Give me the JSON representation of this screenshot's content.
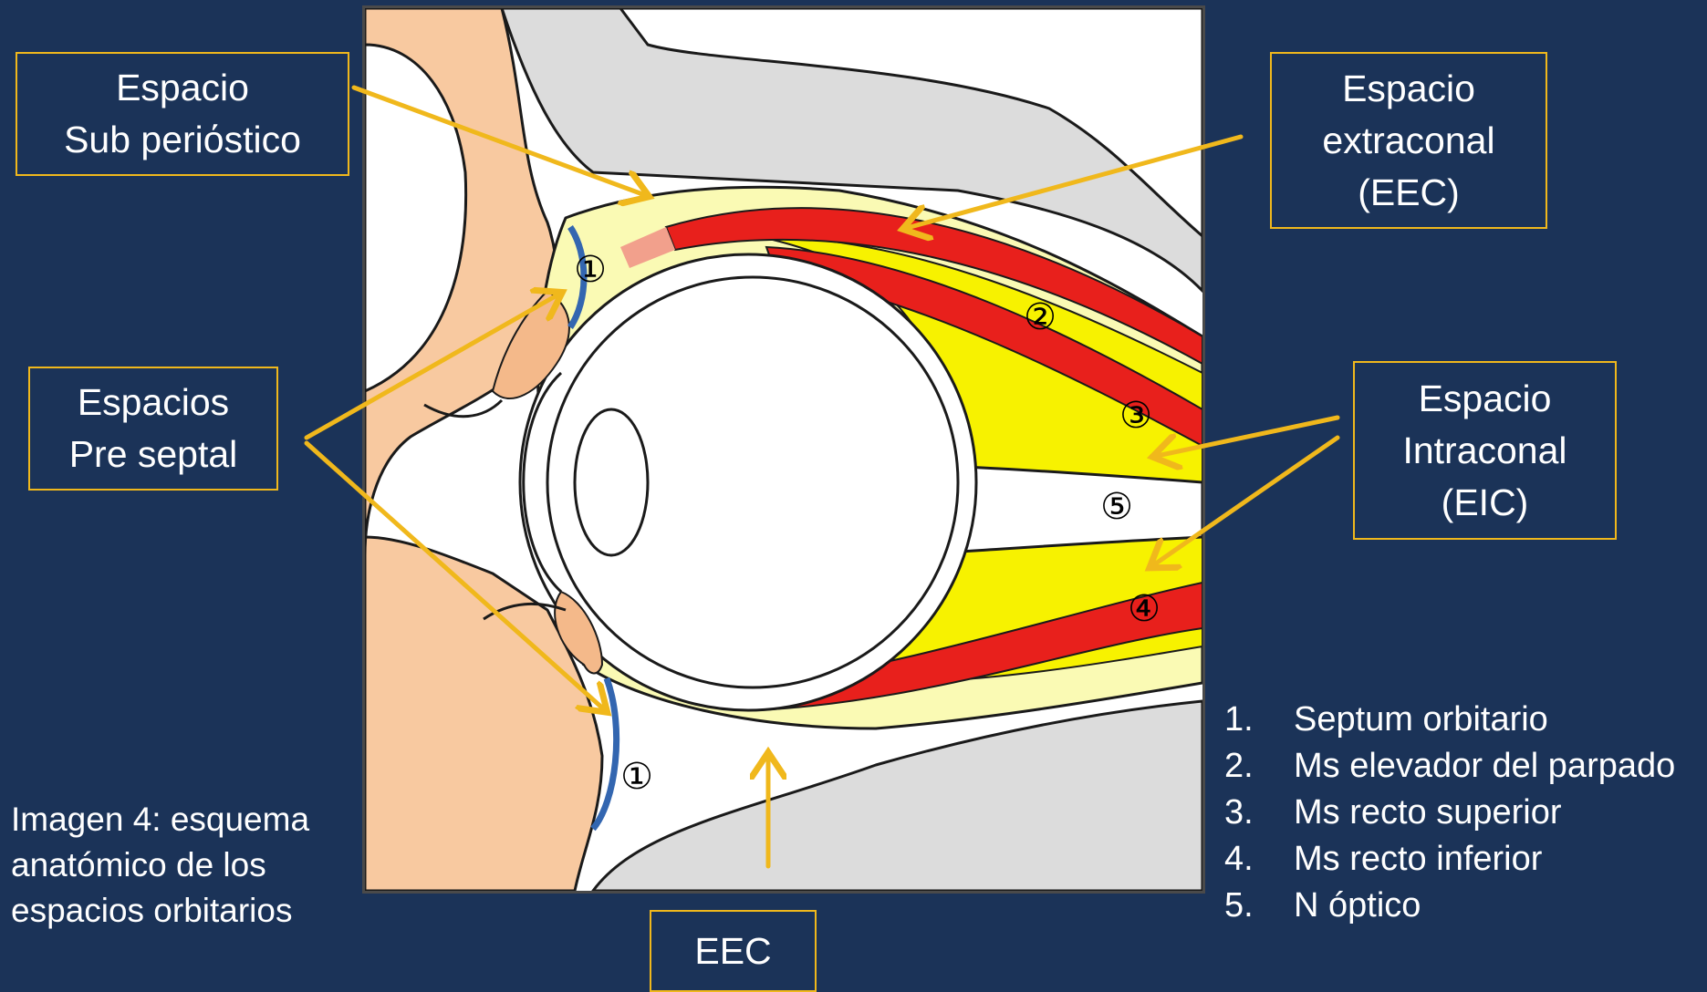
{
  "labels": {
    "subperiosteal": [
      "Espacio",
      "Sub periόstico"
    ],
    "extraconal": [
      "Espacio",
      "extraconal",
      "(EEC)"
    ],
    "preseptal": [
      "Espacios",
      "Pre septal"
    ],
    "intraconal": [
      "Espacio",
      "Intraconal",
      "(EIC)"
    ],
    "eec_bottom": "EEC"
  },
  "markers": [
    "①",
    "②",
    "③",
    "④",
    "⑤",
    "①"
  ],
  "legend": [
    {
      "number": "1.",
      "text": "Septum orbitario"
    },
    {
      "number": "2.",
      "text": "Ms elevador del parpado"
    },
    {
      "number": "3.",
      "text": "Ms recto superior"
    },
    {
      "number": "4.",
      "text": "Ms recto inferior"
    },
    {
      "number": "5.",
      "text": "N óptico"
    }
  ],
  "caption": [
    "Imagen 4: esquema",
    "anatómico de los",
    "espacios orbitarios"
  ],
  "colors": {
    "background": "#1b3358",
    "accent": "#f0b81c",
    "skin": "#f8c9a0",
    "bone": "#dcdcdc",
    "fat_extraconal": "#fafab4",
    "fat_intraconal": "#f7f200",
    "muscle": "#e8201c",
    "septum": "#3366b0"
  }
}
